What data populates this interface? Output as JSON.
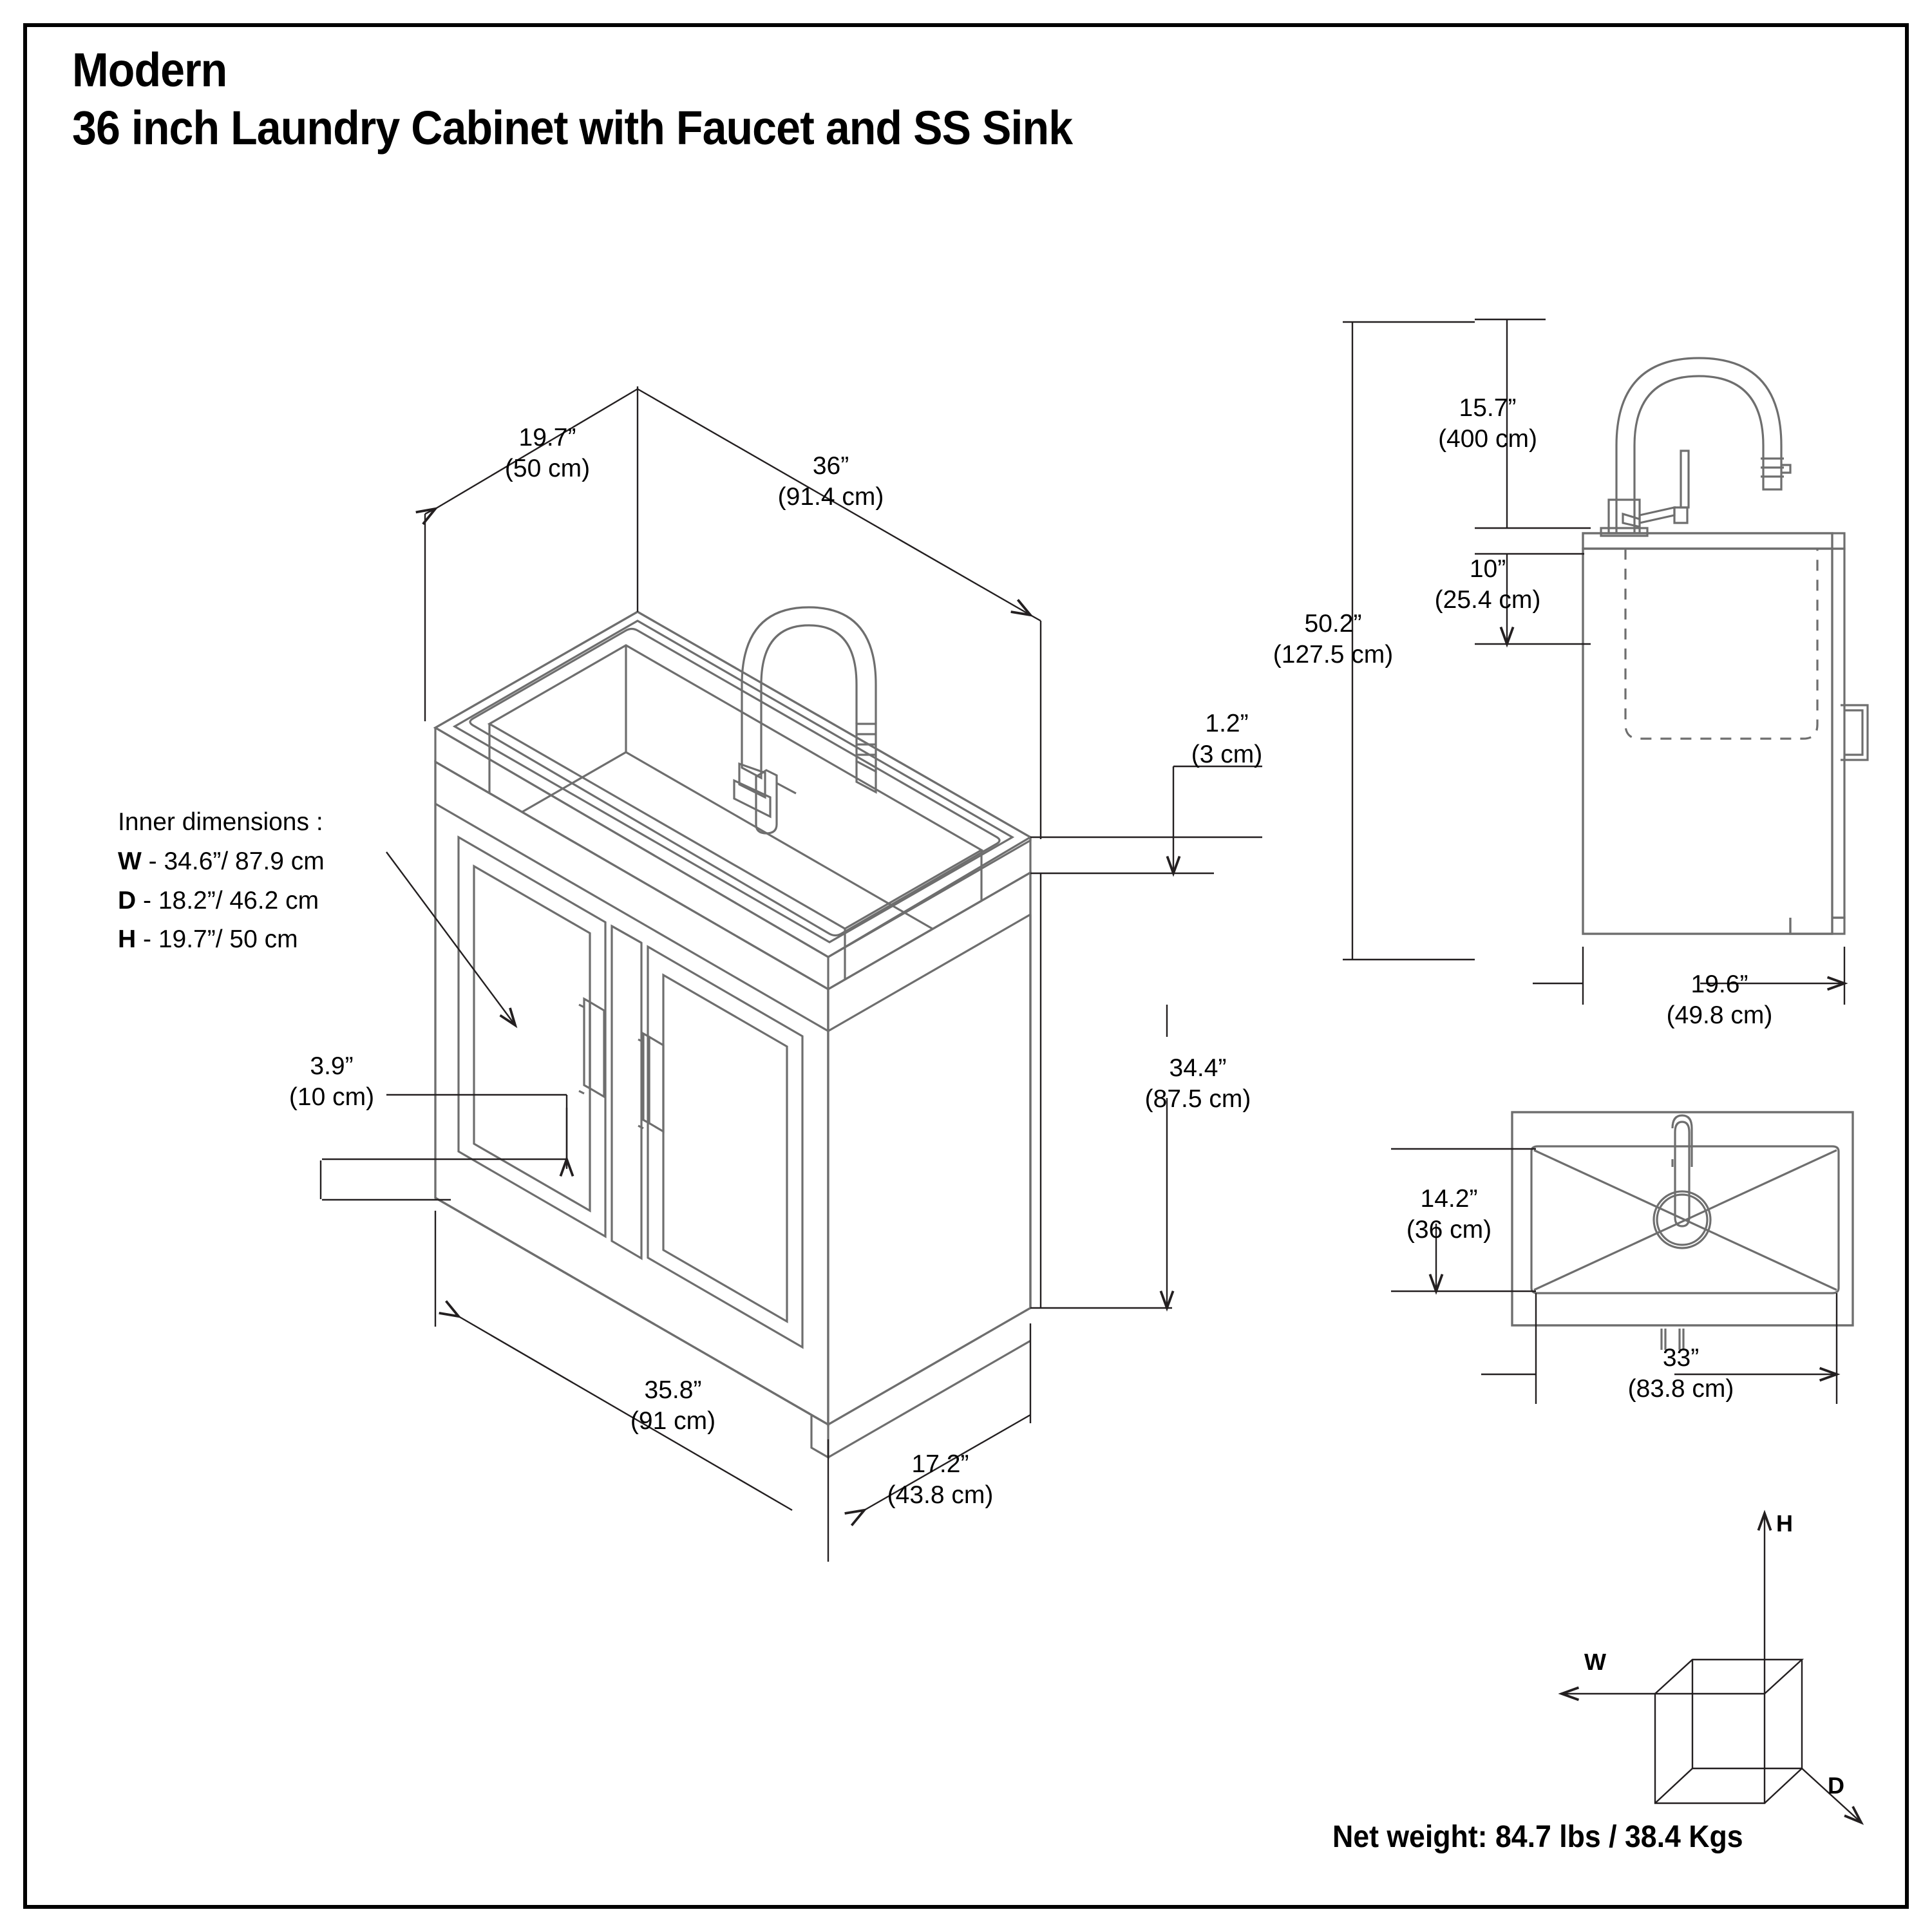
{
  "document": {
    "title_line1": "Modern",
    "title_line2": "36 inch Laundry Cabinet with Faucet and SS Sink"
  },
  "inner_dimensions": {
    "heading": "Inner dimensions  :",
    "rows": [
      {
        "key": "W",
        "value": "- 34.6”/ 87.9 cm"
      },
      {
        "key": "D",
        "value": "- 18.2”/ 46.2 cm"
      },
      {
        "key": "H",
        "value": "- 19.7”/ 50 cm"
      }
    ]
  },
  "isometric_view": {
    "dims": {
      "depth_top": {
        "imperial": "19.7”",
        "metric": "(50 cm)"
      },
      "width_top": {
        "imperial": "36”",
        "metric": "(91.4 cm)"
      },
      "counter_thick": {
        "imperial": "1.2”",
        "metric": "(3 cm)"
      },
      "toe_kick": {
        "imperial": "3.9”",
        "metric": "(10 cm)"
      },
      "cabinet_height": {
        "imperial": "34.4”",
        "metric": "(87.5 cm)"
      },
      "base_width": {
        "imperial": "35.8”",
        "metric": "(91 cm)"
      },
      "base_depth": {
        "imperial": "17.2”",
        "metric": "(43.8 cm)"
      }
    }
  },
  "side_view": {
    "dims": {
      "faucet_height": {
        "imperial": "15.7”",
        "metric": "(400 cm)"
      },
      "sink_depth": {
        "imperial": "10”",
        "metric": "(25.4 cm)"
      },
      "total_height": {
        "imperial": "50.2”",
        "metric": "(127.5 cm)"
      },
      "total_depth": {
        "imperial": "19.6”",
        "metric": "(49.8 cm)"
      }
    }
  },
  "sink_top_view": {
    "dims": {
      "sink_depth_front": {
        "imperial": "14.2”",
        "metric": "(36 cm)"
      },
      "sink_width": {
        "imperial": "33”",
        "metric": "(83.8 cm)"
      }
    }
  },
  "axis_legend": {
    "height_label": "H",
    "width_label": "W",
    "depth_label": "D"
  },
  "net_weight": {
    "label": "Net weight:",
    "value": " 84.7 lbs / 38.4 Kgs"
  },
  "colors": {
    "line": "#231f20",
    "product_line": "#6e6e6e",
    "border": "#000000",
    "text": "#000000"
  }
}
